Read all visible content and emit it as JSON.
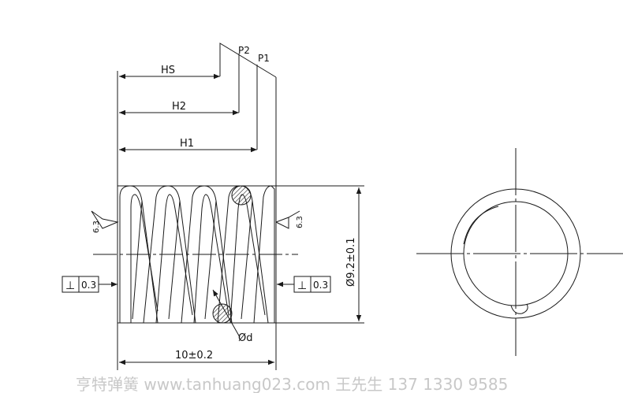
{
  "labels": {
    "p2": "P2",
    "p1": "P1",
    "hs": "HS",
    "h2": "H2",
    "h1": "H1",
    "roughness_left": "6.3",
    "roughness_right": "6.3",
    "perp_left_symbol": "⊥",
    "perp_left_value": "0.3",
    "perp_right_symbol": "⊥",
    "perp_right_value": "0.3",
    "diameter": "Ø9.2±0.1",
    "wire_diameter": "Ød",
    "length": "10±0.2"
  },
  "watermark": "亨特弹簧 www.tanhuang023.com 王先生 137 1330 9585",
  "colors": {
    "line": "#1a1a1a",
    "watermark": "#c8c8c8"
  }
}
